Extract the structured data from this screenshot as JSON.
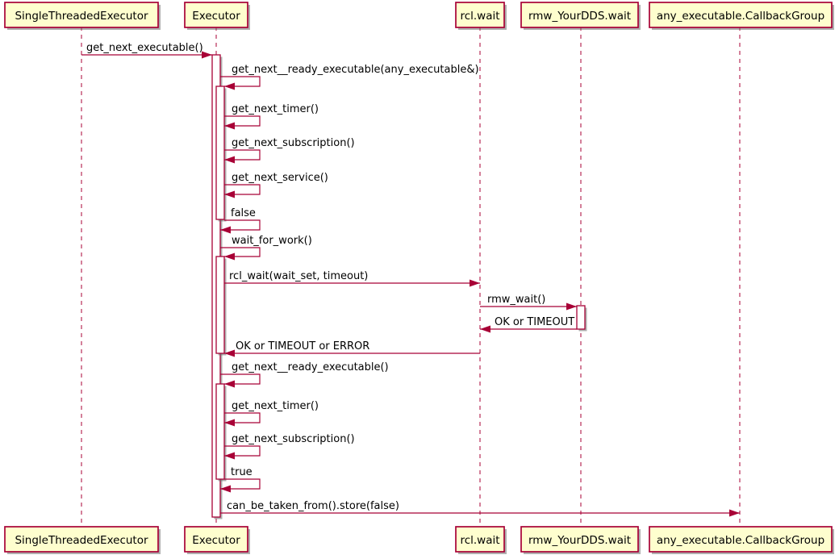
{
  "diagram": {
    "type": "sequence",
    "participants": [
      {
        "id": "ste",
        "label": "SingleThreadedExecutor"
      },
      {
        "id": "executor",
        "label": "Executor"
      },
      {
        "id": "rclwait",
        "label": "rcl.wait"
      },
      {
        "id": "rmwwait",
        "label": "rmw_YourDDS.wait"
      },
      {
        "id": "cbg",
        "label": "any_executable.CallbackGroup"
      }
    ],
    "messages": [
      {
        "from": "ste",
        "to": "executor",
        "label": "get_next_executable()",
        "kind": "call"
      },
      {
        "from": "executor",
        "to": "executor",
        "label": "get_next__ready_executable(any_executable&)",
        "kind": "self"
      },
      {
        "from": "executor",
        "to": "executor",
        "label": "get_next_timer()",
        "kind": "self"
      },
      {
        "from": "executor",
        "to": "executor",
        "label": "get_next_subscription()",
        "kind": "self"
      },
      {
        "from": "executor",
        "to": "executor",
        "label": "get_next_service()",
        "kind": "self"
      },
      {
        "from": "executor",
        "to": "executor",
        "label": "false",
        "kind": "self-return"
      },
      {
        "from": "executor",
        "to": "executor",
        "label": "wait_for_work()",
        "kind": "self"
      },
      {
        "from": "executor",
        "to": "rclwait",
        "label": "rcl_wait(wait_set, timeout)",
        "kind": "call"
      },
      {
        "from": "rclwait",
        "to": "rmwwait",
        "label": "rmw_wait()",
        "kind": "call"
      },
      {
        "from": "rmwwait",
        "to": "rclwait",
        "label": "OK or TIMEOUT",
        "kind": "return"
      },
      {
        "from": "rclwait",
        "to": "executor",
        "label": "OK or TIMEOUT or ERROR",
        "kind": "return"
      },
      {
        "from": "executor",
        "to": "executor",
        "label": "get_next__ready_executable()",
        "kind": "self"
      },
      {
        "from": "executor",
        "to": "executor",
        "label": "get_next_timer()",
        "kind": "self"
      },
      {
        "from": "executor",
        "to": "executor",
        "label": "get_next_subscription()",
        "kind": "self"
      },
      {
        "from": "executor",
        "to": "executor",
        "label": "true",
        "kind": "self-return"
      },
      {
        "from": "executor",
        "to": "cbg",
        "label": "can_be_taken_from().store(false)",
        "kind": "call"
      }
    ],
    "colors": {
      "participant_fill": "#FEFECE",
      "stroke": "#A80036",
      "text": "#000000",
      "activation_fill": "#FFFFFF",
      "shadow": "rgba(110,110,110,0.55)",
      "background": "#FFFFFF"
    }
  }
}
